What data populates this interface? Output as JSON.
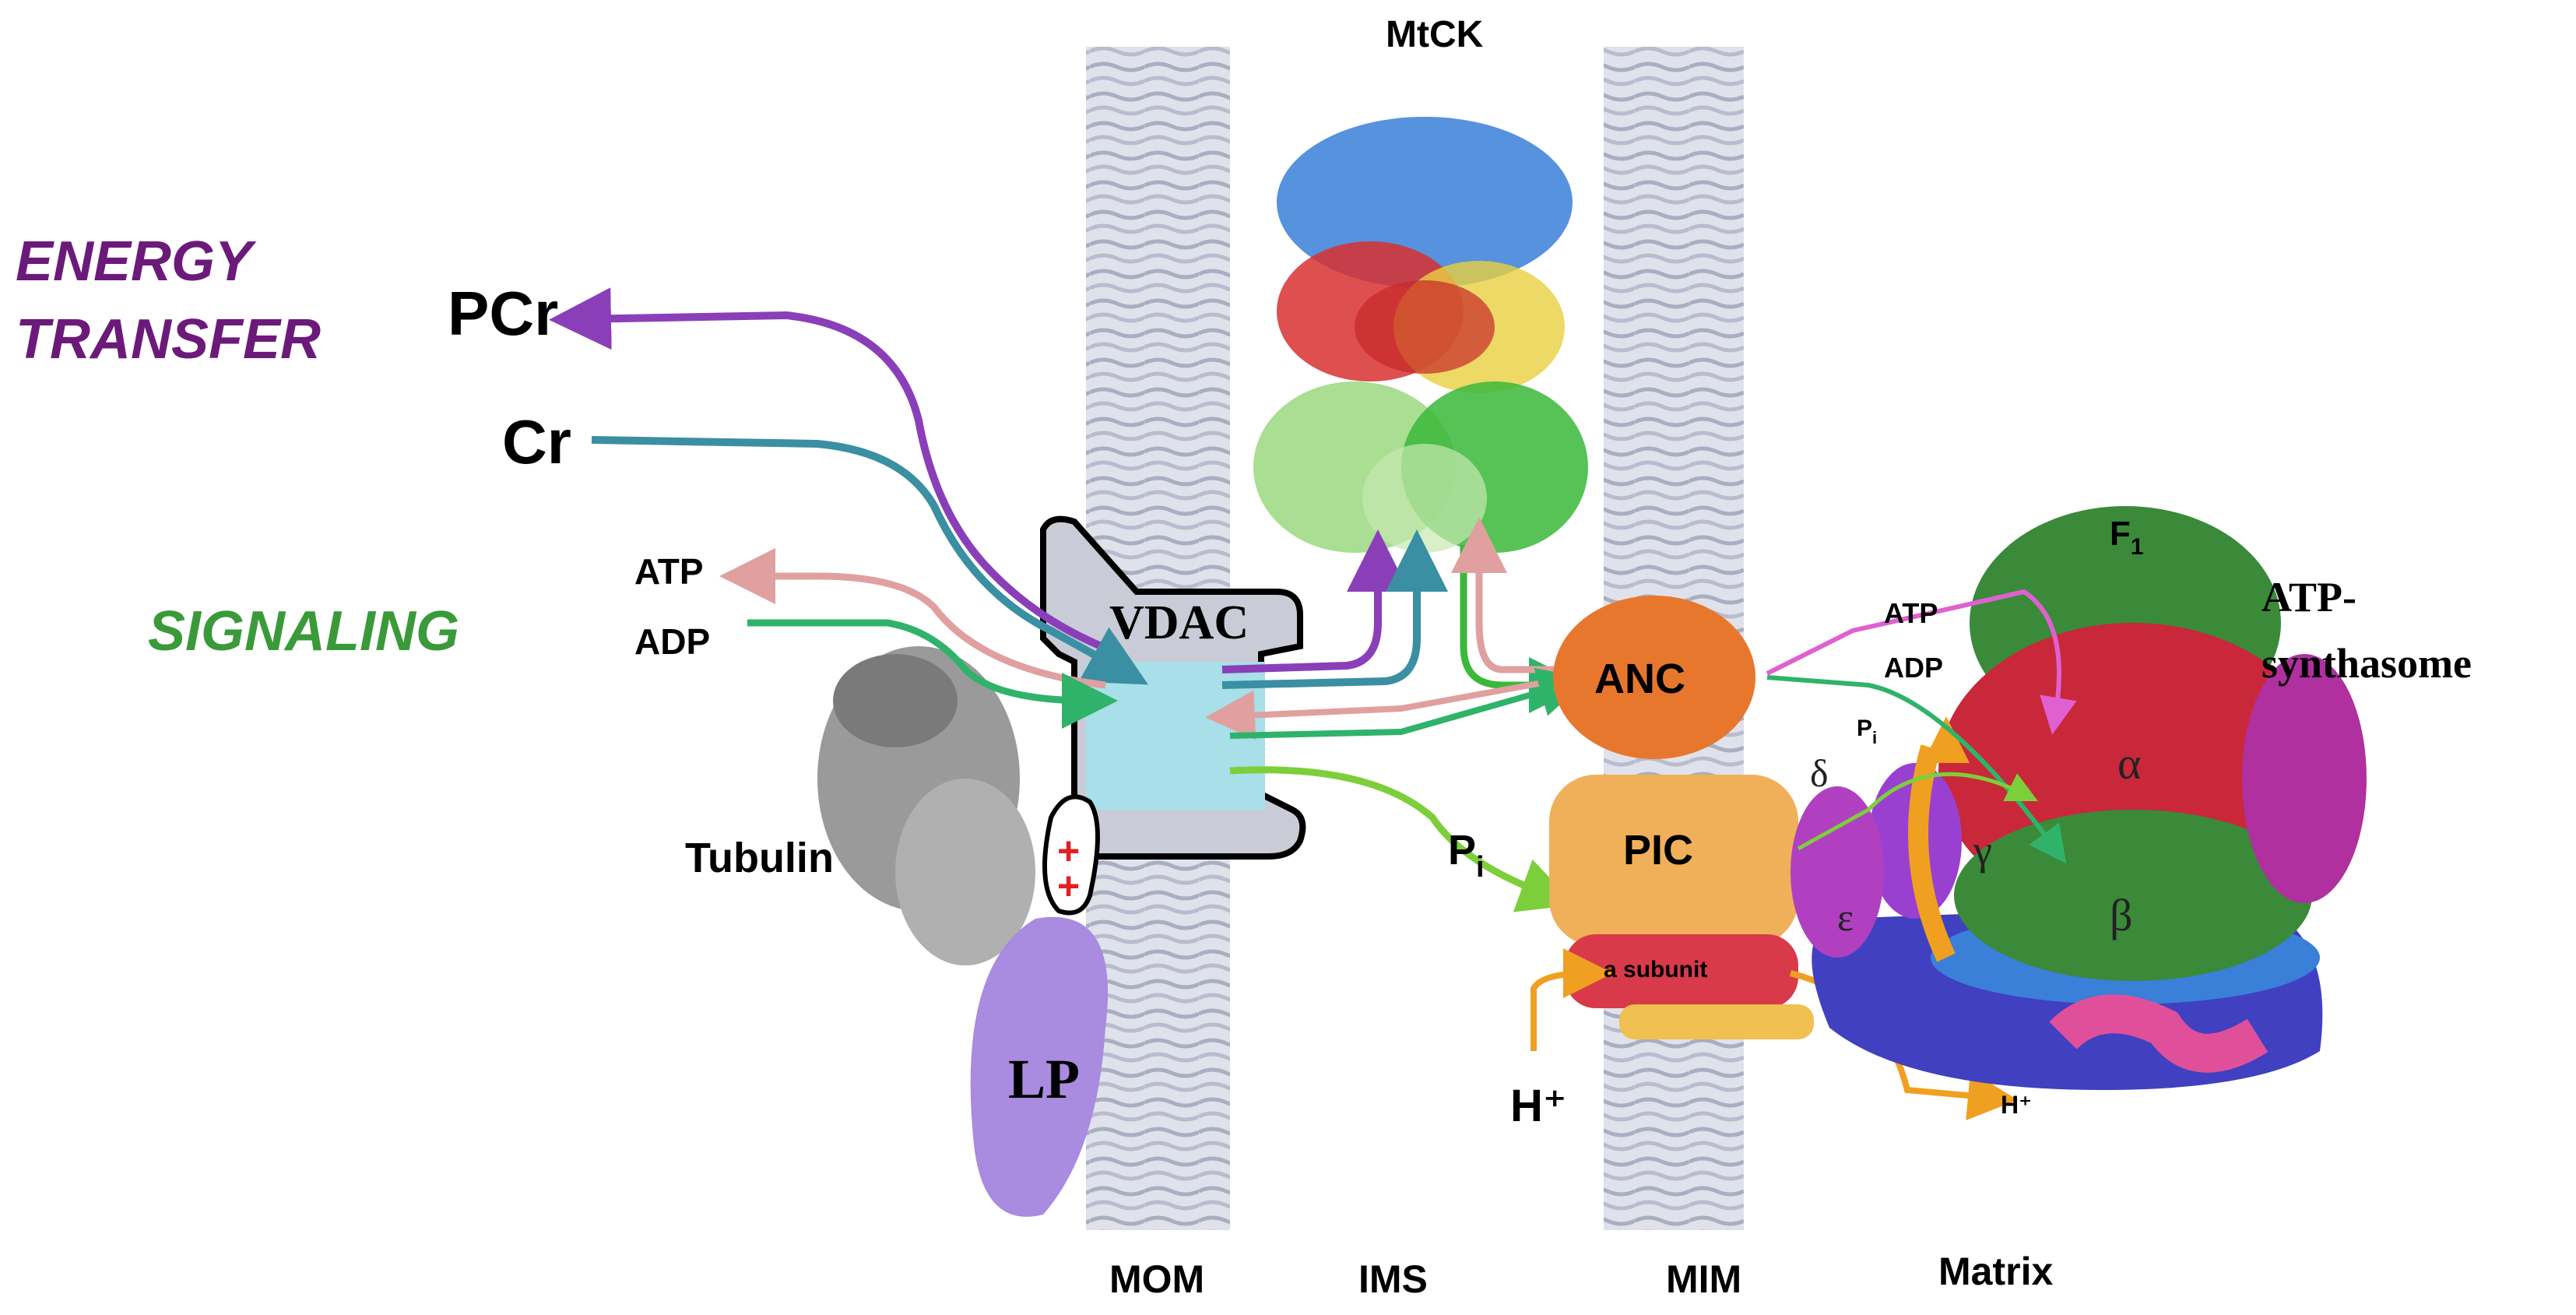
{
  "labels": {
    "energy_line1": "ENERGY",
    "energy_line2": "TRANSFER",
    "signaling": "SIGNALING",
    "pcr": "PCr",
    "cr": "Cr",
    "atp_left": "ATP",
    "adp_left": "ADP",
    "vdac": "VDAC",
    "tubulin": "Tubulin",
    "lp": "LP",
    "mtck": "MtCK",
    "pi_main": "P",
    "pi_main_sub": "i",
    "anc": "ANC",
    "pic": "PIC",
    "a_subunit": "a subunit",
    "h_plus_left": "H⁺",
    "h_plus_right": "H⁺",
    "atp_right": "ATP",
    "adp_right": "ADP",
    "pi_small": "P",
    "pi_small_sub": "i",
    "f1": "F",
    "f1_sub": "1",
    "synthasome_line1": "ATP-",
    "synthasome_line2": "synthasome",
    "alpha": "α",
    "beta": "β",
    "gamma": "γ",
    "delta": "δ",
    "epsilon": "ε",
    "mom": "MOM",
    "ims": "IMS",
    "mim": "MIM",
    "matrix": "Matrix",
    "plus_top": "+",
    "plus_bottom": "+"
  },
  "colors": {
    "energy": "#6b1a7a",
    "signaling": "#3a9a3a",
    "pcr_arrow": "#8a3fb8",
    "cr_arrow": "#3a8fa3",
    "atp_arrow": "#e0a0a0",
    "adp_arrow": "#2fb36a",
    "pi_arrow": "#7ccf3a",
    "membrane": "#c8ccd8",
    "vdac_channel": "#a8dfe8",
    "vdac_frame": "#c9ccd6",
    "anc": "#e8772e",
    "pic": "#f0b05a",
    "a_subunit": "#d83a4a",
    "alpha": "#c8283a",
    "beta_green": "#3a8a3a",
    "lp": "#a98be0",
    "tubulin": "#9a9a9a",
    "h_arrow": "#f0a020"
  }
}
